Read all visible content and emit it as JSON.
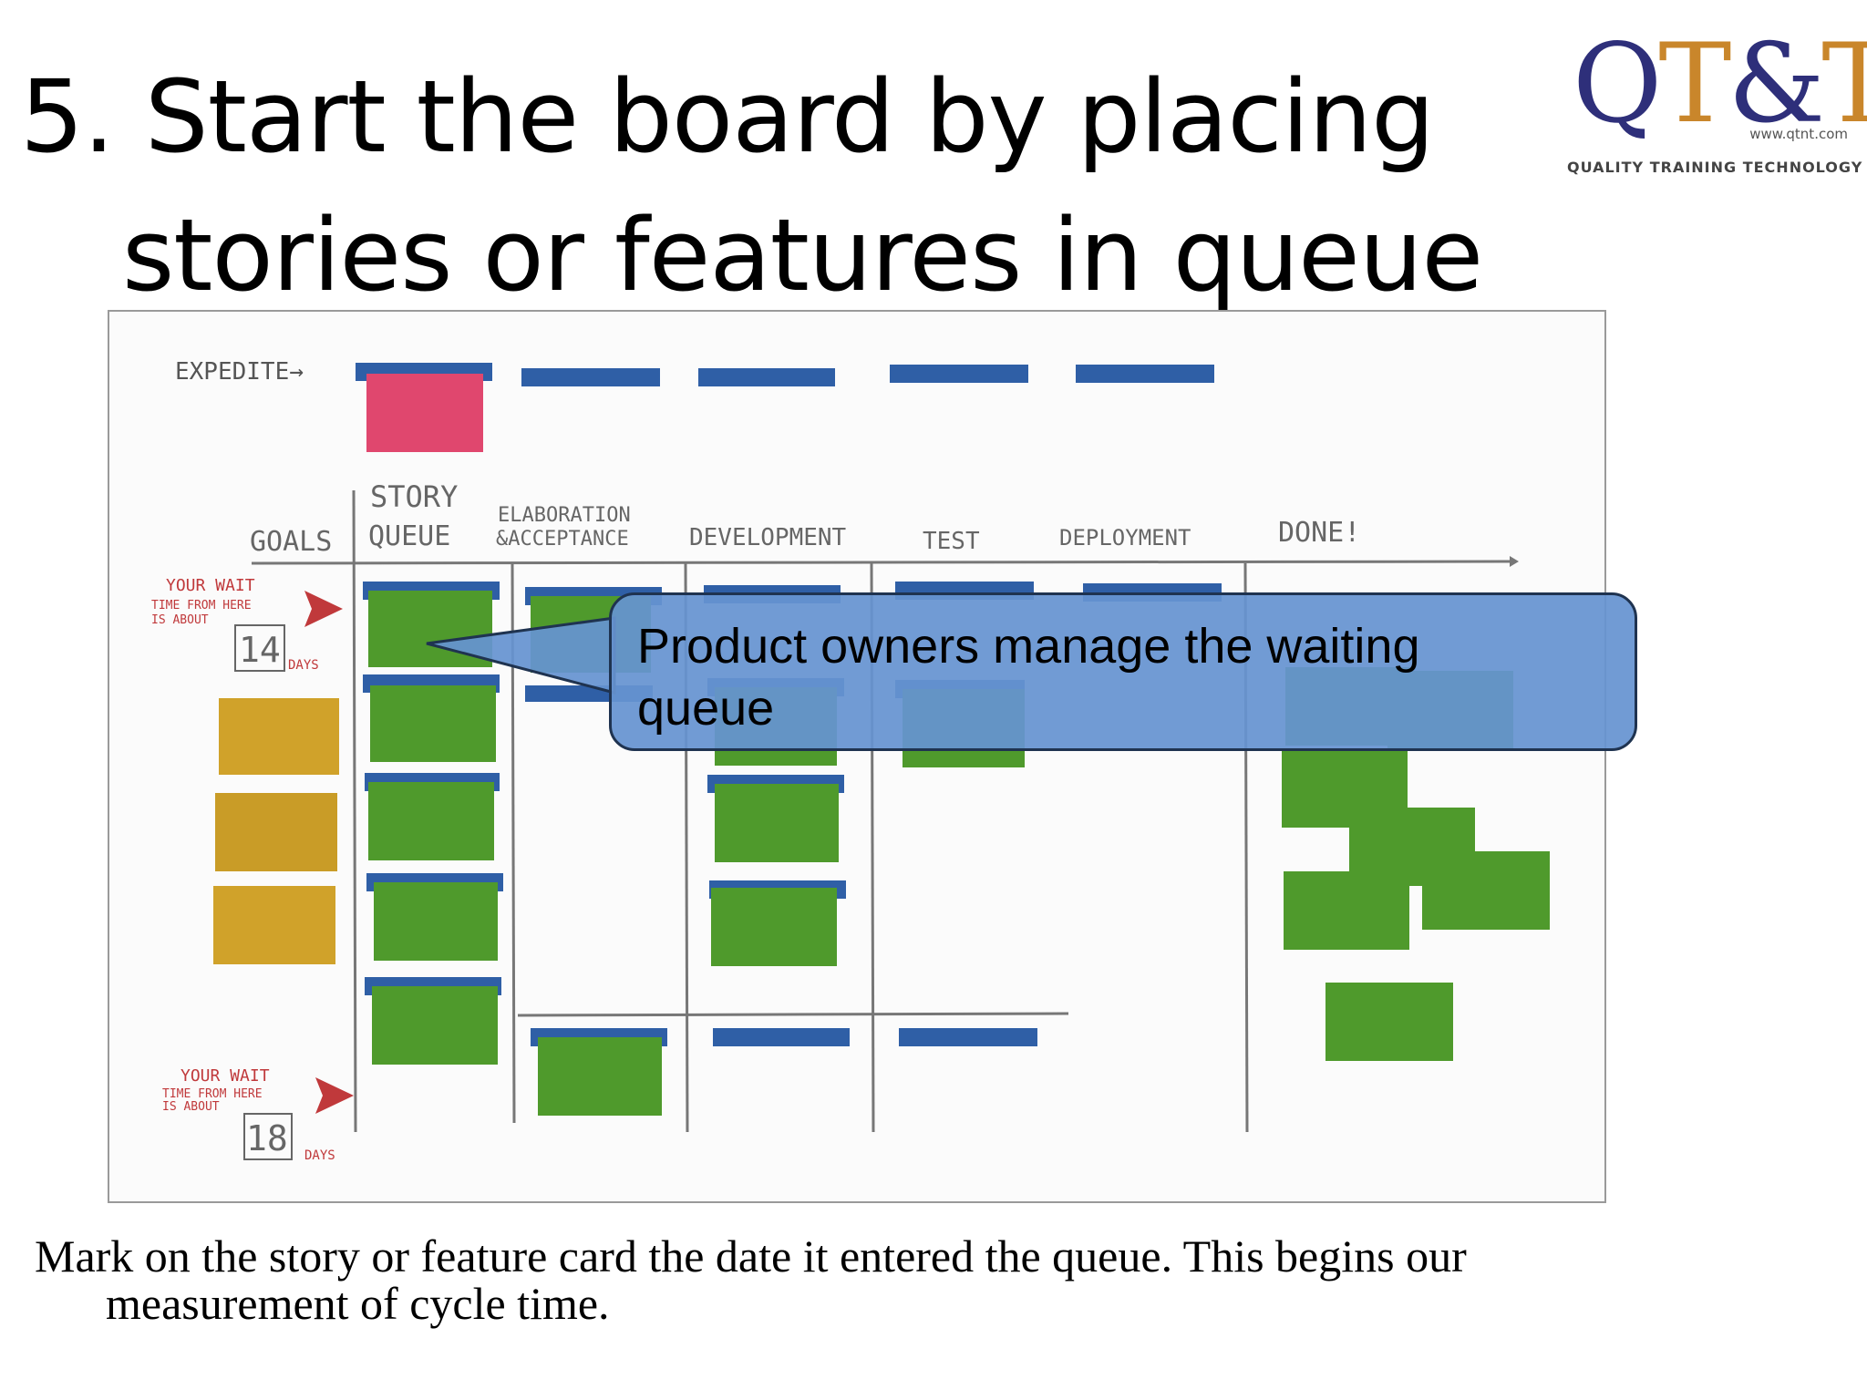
{
  "slide": {
    "title_line1": "5. Start the board by placing",
    "title_line2": "stories or features in queue",
    "caption_line1": "Mark on the story or feature card the date it entered the queue.  This begins our",
    "caption_line2": "measurement of cycle time."
  },
  "logo": {
    "brand_q": "Q",
    "brand_t1": "T",
    "brand_amp": "&",
    "brand_t2": "T",
    "url": "www.qtnt.com",
    "tagline": "QUALITY  TRAINING  TECHNOLOGY"
  },
  "board": {
    "expedite_label": "EXPEDITE→",
    "columns": [
      "GOALS",
      "STORY",
      "QUEUE",
      "ELABORATION",
      "&ACCEPTANCE",
      "DEVELOPMENT",
      "TEST",
      "DEPLOYMENT",
      "DONE!"
    ],
    "wait_note_top": {
      "line1": "YOUR WAIT",
      "line2": "TIME FROM HERE",
      "line3": "IS ABOUT",
      "days": "14",
      "unit": "DAYS"
    },
    "wait_note_bottom": {
      "line1": "YOUR WAIT",
      "line2": "TIME FROM HERE",
      "line3": "IS ABOUT",
      "days": "18",
      "unit": "DAYS"
    },
    "colors": {
      "swimlane": "#2f5fa6",
      "story": "#4f9a2c",
      "goal": "#d0a22a",
      "expedite": "#e0476e",
      "annotation": "#c0393b"
    }
  },
  "callout": {
    "text_line1": "Product owners manage the waiting",
    "text_line2": "queue"
  }
}
